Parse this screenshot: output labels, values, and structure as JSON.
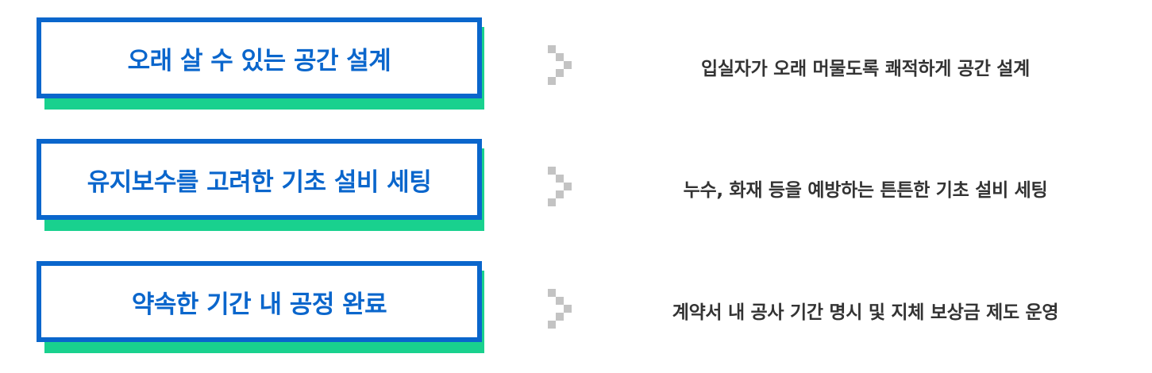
{
  "colors": {
    "primary_blue": "#0a66cc",
    "accent_green": "#19d18e",
    "arrow_gray": "#c3c3c3",
    "text_dark": "#333333"
  },
  "rows": [
    {
      "title": "오래 살 수 있는 공간 설계",
      "icon": "chevron-right-icon",
      "description": "입실자가 오래 머물도록 쾌적하게 공간 설계"
    },
    {
      "title": "유지보수를 고려한 기초 설비 세팅",
      "icon": "chevron-right-icon",
      "description": "누수, 화재 등을 예방하는 튼튼한 기초 설비 세팅"
    },
    {
      "title": "약속한 기간 내 공정 완료",
      "icon": "chevron-right-icon",
      "description": "계약서 내 공사 기간 명시 및 지체 보상금 제도 운영"
    }
  ]
}
